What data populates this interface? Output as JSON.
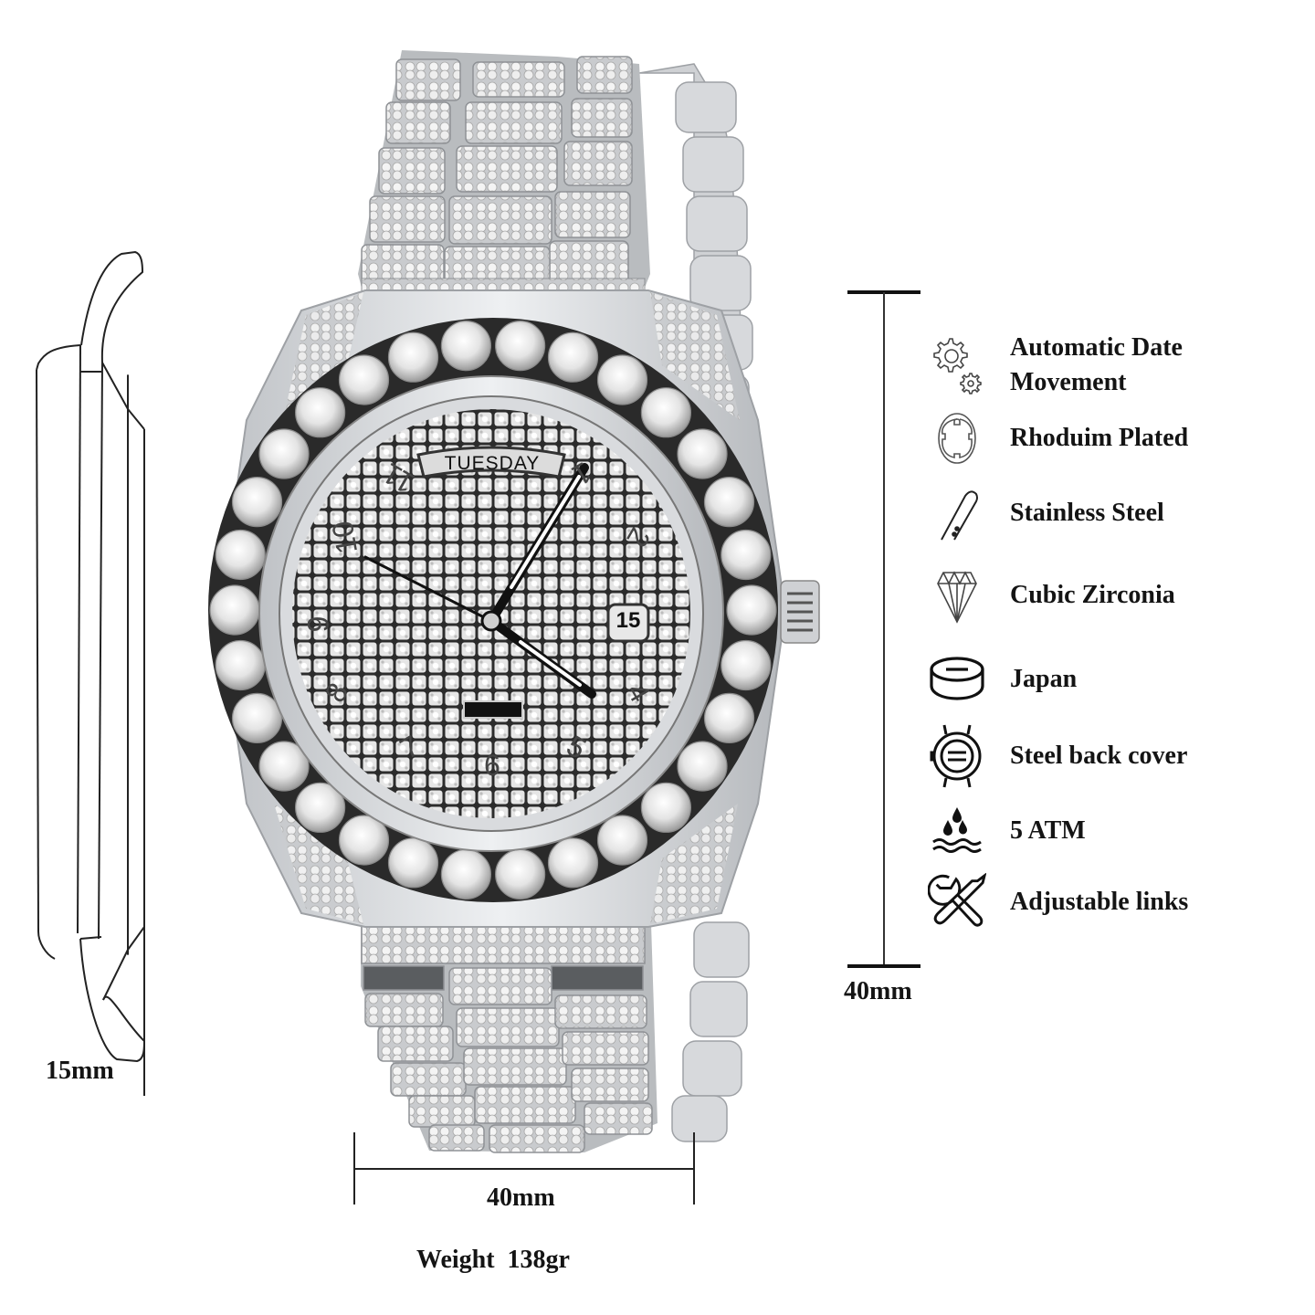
{
  "product": {
    "type": "iced-out day-date style wristwatch",
    "colors": {
      "metal": "#d9dbde",
      "metal_dark": "#8e9196",
      "shadow": "#2a2a2a",
      "stone": "#f2f2f2",
      "ink": "#141414"
    },
    "dial": {
      "day_window": "TUESDAY",
      "date_window": "15",
      "numerals": [
        "1",
        "2",
        "4",
        "5",
        "6",
        "7",
        "8",
        "9",
        "10",
        "11"
      ]
    }
  },
  "dimensions": {
    "thickness_label": "15mm",
    "case_height_label": "40mm",
    "case_width_label": "40mm",
    "weight_label": "Weight  138gr"
  },
  "specs": [
    {
      "icon": "gears-icon",
      "label_line1": "Automatic Date",
      "label_line2": "Movement"
    },
    {
      "icon": "rhodium-ring-icon",
      "label_line1": "Rhoduim Plated"
    },
    {
      "icon": "steel-bar-icon",
      "label_line1": "Stainless Steel"
    },
    {
      "icon": "diamond-icon",
      "label_line1": "Cubic Zirconia"
    },
    {
      "icon": "battery-disc-icon",
      "label_line1": "Japan"
    },
    {
      "icon": "watch-back-icon",
      "label_line1": "Steel back cover"
    },
    {
      "icon": "water-drops-icon",
      "label_line1": "5 ATM"
    },
    {
      "icon": "tools-icon",
      "label_line1": "Adjustable links"
    }
  ]
}
